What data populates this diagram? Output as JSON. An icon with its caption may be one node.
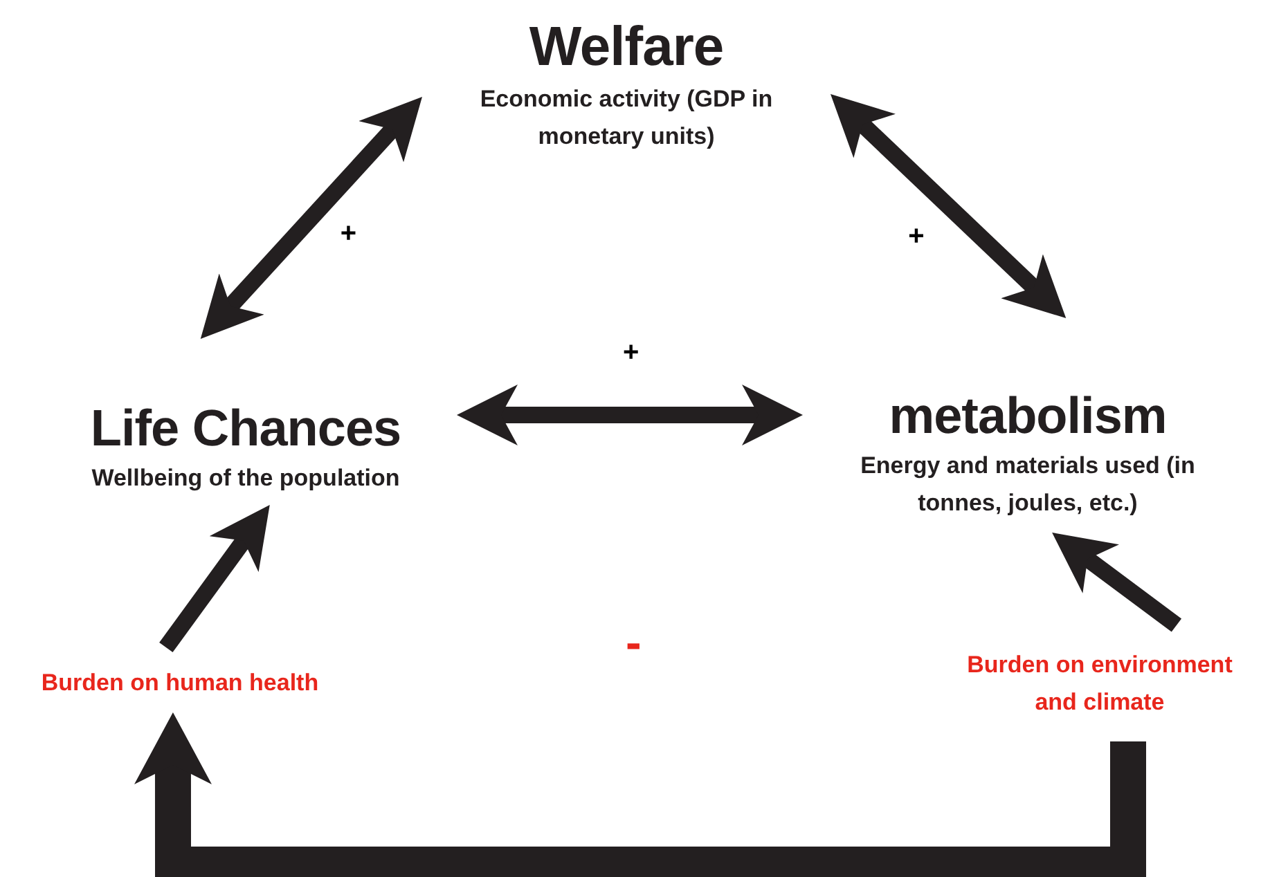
{
  "diagram": {
    "nodes": [
      {
        "text": [
          "Welfare",
          "Economic activity (GDP in monetary units)"
        ]
      },
      {
        "text": [
          "Life Chances",
          "Wellbeing of the population"
        ]
      },
      {
        "text": [
          "metabolism",
          "Energy and materials used (in tonnes, joules, etc.)"
        ]
      },
      {
        "text": [
          "Burden on human health"
        ]
      },
      {
        "text": [
          "Burden on environment and climate"
        ]
      }
    ],
    "edges": [
      {
        "from": 0,
        "to": 1,
        "arrow": "both",
        "label": "+"
      },
      {
        "from": 0,
        "to": 2,
        "arrow": "both",
        "label": "+"
      },
      {
        "from": 1,
        "to": 2,
        "arrow": "both",
        "label": "+"
      },
      {
        "from": 3,
        "to": 1,
        "arrow": "to"
      },
      {
        "from": 4,
        "to": 2,
        "arrow": "to"
      },
      {
        "from": 4,
        "to": 3,
        "arrow": "to",
        "style": "thick"
      }
    ],
    "labels": [
      "-"
    ]
  }
}
